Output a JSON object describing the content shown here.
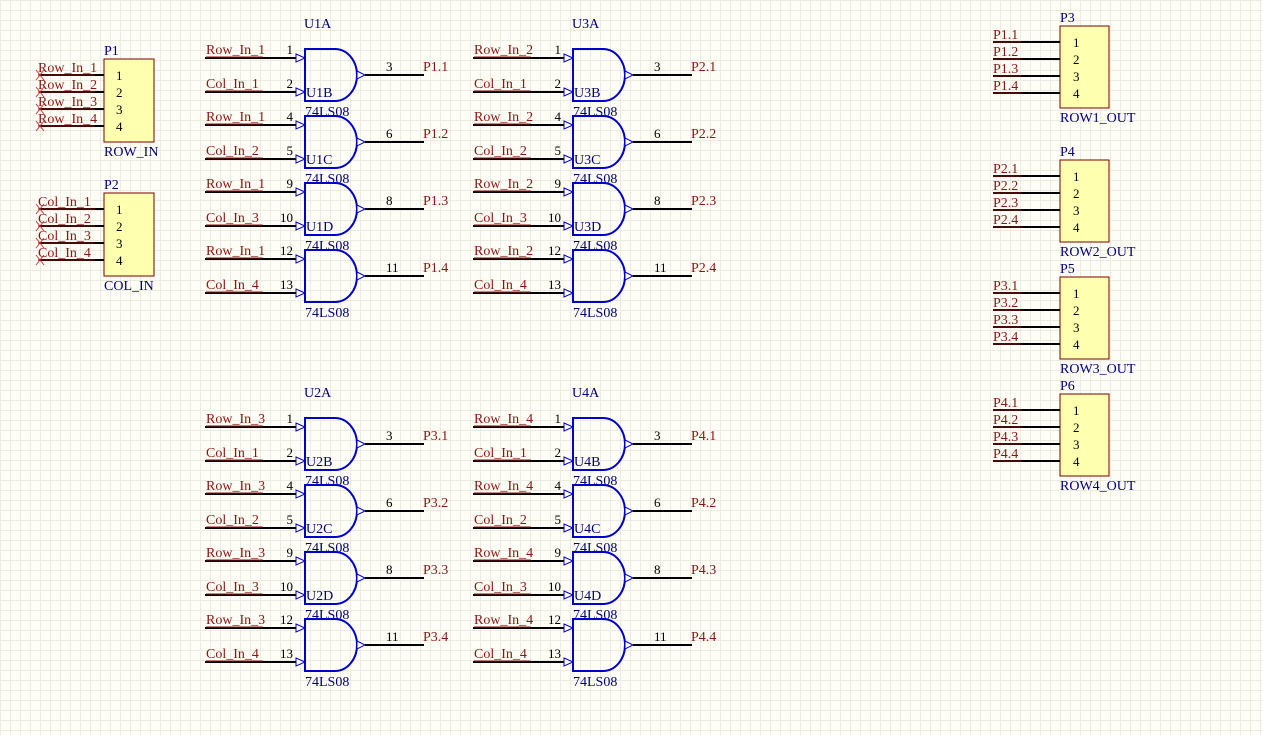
{
  "input_connectors": [
    {
      "designator": "P1",
      "name": "ROW_IN",
      "pins": [
        "1",
        "2",
        "3",
        "4"
      ],
      "nets": [
        "Row_In_1",
        "Row_In_2",
        "Row_In_3",
        "Row_In_4"
      ]
    },
    {
      "designator": "P2",
      "name": "COL_IN",
      "pins": [
        "1",
        "2",
        "3",
        "4"
      ],
      "nets": [
        "Col_In_1",
        "Col_In_2",
        "Col_In_3",
        "Col_In_4"
      ]
    }
  ],
  "output_connectors": [
    {
      "designator": "P3",
      "name": "ROW1_OUT",
      "pins": [
        "1",
        "2",
        "3",
        "4"
      ],
      "nets": [
        "P1.1",
        "P1.2",
        "P1.3",
        "P1.4"
      ]
    },
    {
      "designator": "P4",
      "name": "ROW2_OUT",
      "pins": [
        "1",
        "2",
        "3",
        "4"
      ],
      "nets": [
        "P2.1",
        "P2.2",
        "P2.3",
        "P2.4"
      ]
    },
    {
      "designator": "P5",
      "name": "ROW3_OUT",
      "pins": [
        "1",
        "2",
        "3",
        "4"
      ],
      "nets": [
        "P3.1",
        "P3.2",
        "P3.3",
        "P3.4"
      ]
    },
    {
      "designator": "P6",
      "name": "ROW4_OUT",
      "pins": [
        "1",
        "2",
        "3",
        "4"
      ],
      "nets": [
        "P4.1",
        "P4.2",
        "P4.3",
        "P4.4"
      ]
    }
  ],
  "gate_blocks": [
    {
      "chip": "U1",
      "gates": [
        {
          "designator": "U1A",
          "comment": "74LS08",
          "in_a": {
            "net": "Row_In_1",
            "pin": "1"
          },
          "in_b": {
            "net": "Col_In_1",
            "pin": "2"
          },
          "out": {
            "net": "P1.1",
            "pin": "3"
          }
        },
        {
          "designator": "U1B",
          "comment": "74LS08",
          "in_a": {
            "net": "Row_In_1",
            "pin": "4"
          },
          "in_b": {
            "net": "Col_In_2",
            "pin": "5"
          },
          "out": {
            "net": "P1.2",
            "pin": "6"
          }
        },
        {
          "designator": "U1C",
          "comment": "74LS08",
          "in_a": {
            "net": "Row_In_1",
            "pin": "9"
          },
          "in_b": {
            "net": "Col_In_3",
            "pin": "10"
          },
          "out": {
            "net": "P1.3",
            "pin": "8"
          }
        },
        {
          "designator": "U1D",
          "comment": "74LS08",
          "in_a": {
            "net": "Row_In_1",
            "pin": "12"
          },
          "in_b": {
            "net": "Col_In_4",
            "pin": "13"
          },
          "out": {
            "net": "P1.4",
            "pin": "11"
          }
        }
      ]
    },
    {
      "chip": "U3",
      "gates": [
        {
          "designator": "U3A",
          "comment": "74LS08",
          "in_a": {
            "net": "Row_In_2",
            "pin": "1"
          },
          "in_b": {
            "net": "Col_In_1",
            "pin": "2"
          },
          "out": {
            "net": "P2.1",
            "pin": "3"
          }
        },
        {
          "designator": "U3B",
          "comment": "74LS08",
          "in_a": {
            "net": "Row_In_2",
            "pin": "4"
          },
          "in_b": {
            "net": "Col_In_2",
            "pin": "5"
          },
          "out": {
            "net": "P2.2",
            "pin": "6"
          }
        },
        {
          "designator": "U3C",
          "comment": "74LS08",
          "in_a": {
            "net": "Row_In_2",
            "pin": "9"
          },
          "in_b": {
            "net": "Col_In_3",
            "pin": "10"
          },
          "out": {
            "net": "P2.3",
            "pin": "8"
          }
        },
        {
          "designator": "U3D",
          "comment": "74LS08",
          "in_a": {
            "net": "Row_In_2",
            "pin": "12"
          },
          "in_b": {
            "net": "Col_In_4",
            "pin": "13"
          },
          "out": {
            "net": "P2.4",
            "pin": "11"
          }
        }
      ]
    },
    {
      "chip": "U2",
      "gates": [
        {
          "designator": "U2A",
          "comment": "74LS08",
          "in_a": {
            "net": "Row_In_3",
            "pin": "1"
          },
          "in_b": {
            "net": "Col_In_1",
            "pin": "2"
          },
          "out": {
            "net": "P3.1",
            "pin": "3"
          }
        },
        {
          "designator": "U2B",
          "comment": "74LS08",
          "in_a": {
            "net": "Row_In_3",
            "pin": "4"
          },
          "in_b": {
            "net": "Col_In_2",
            "pin": "5"
          },
          "out": {
            "net": "P3.2",
            "pin": "6"
          }
        },
        {
          "designator": "U2C",
          "comment": "74LS08",
          "in_a": {
            "net": "Row_In_3",
            "pin": "9"
          },
          "in_b": {
            "net": "Col_In_3",
            "pin": "10"
          },
          "out": {
            "net": "P3.3",
            "pin": "8"
          }
        },
        {
          "designator": "U2D",
          "comment": "74LS08",
          "in_a": {
            "net": "Row_In_3",
            "pin": "12"
          },
          "in_b": {
            "net": "Col_In_4",
            "pin": "13"
          },
          "out": {
            "net": "P3.4",
            "pin": "11"
          }
        }
      ]
    },
    {
      "chip": "U4",
      "gates": [
        {
          "designator": "U4A",
          "comment": "74LS08",
          "in_a": {
            "net": "Row_In_4",
            "pin": "1"
          },
          "in_b": {
            "net": "Col_In_1",
            "pin": "2"
          },
          "out": {
            "net": "P4.1",
            "pin": "3"
          }
        },
        {
          "designator": "U4B",
          "comment": "74LS08",
          "in_a": {
            "net": "Row_In_4",
            "pin": "4"
          },
          "in_b": {
            "net": "Col_In_2",
            "pin": "5"
          },
          "out": {
            "net": "P4.2",
            "pin": "6"
          }
        },
        {
          "designator": "U4C",
          "comment": "74LS08",
          "in_a": {
            "net": "Row_In_4",
            "pin": "9"
          },
          "in_b": {
            "net": "Col_In_3",
            "pin": "10"
          },
          "out": {
            "net": "P4.3",
            "pin": "8"
          }
        },
        {
          "designator": "U4D",
          "comment": "74LS08",
          "in_a": {
            "net": "Row_In_4",
            "pin": "12"
          },
          "in_b": {
            "net": "Col_In_4",
            "pin": "13"
          },
          "out": {
            "net": "P4.4",
            "pin": "11"
          }
        }
      ]
    }
  ]
}
